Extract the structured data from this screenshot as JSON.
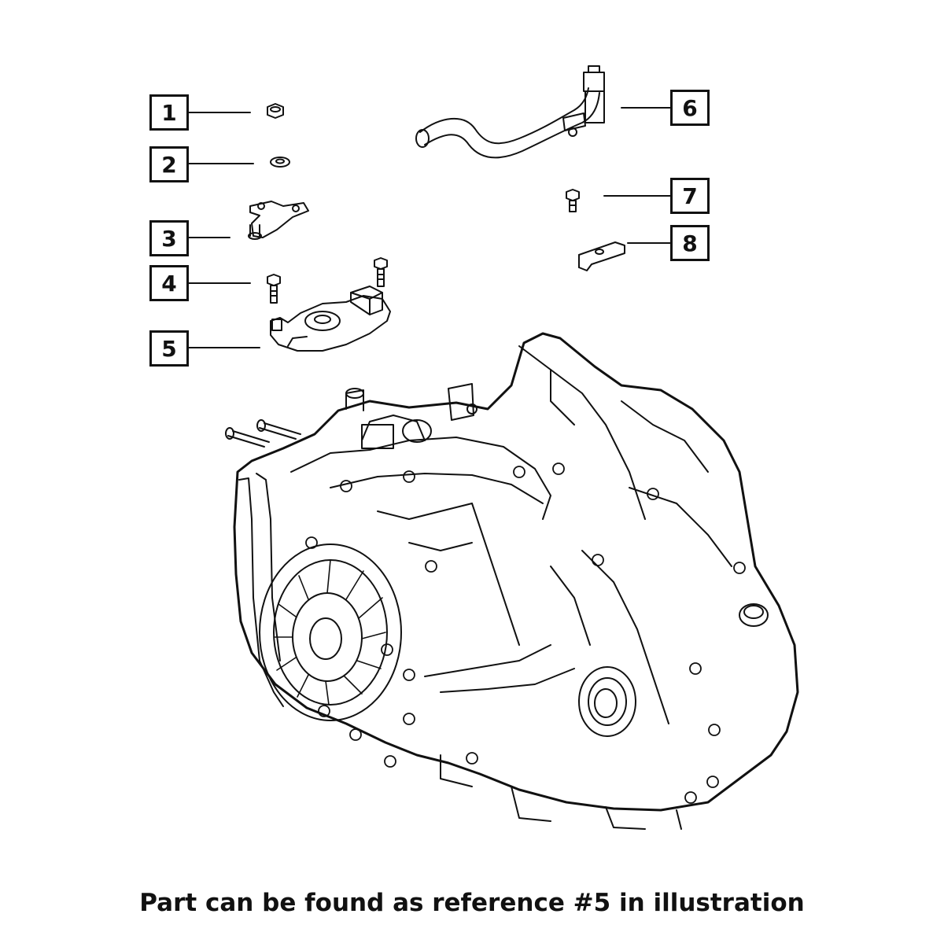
{
  "callouts": [
    {
      "label": "1"
    },
    {
      "label": "2"
    },
    {
      "label": "3"
    },
    {
      "label": "4"
    },
    {
      "label": "5"
    },
    {
      "label": "6"
    },
    {
      "label": "7"
    },
    {
      "label": "8"
    }
  ],
  "caption": "Part can be found as reference #5 in illustration",
  "colors": {
    "ink": "#111111",
    "background": "#ffffff"
  }
}
